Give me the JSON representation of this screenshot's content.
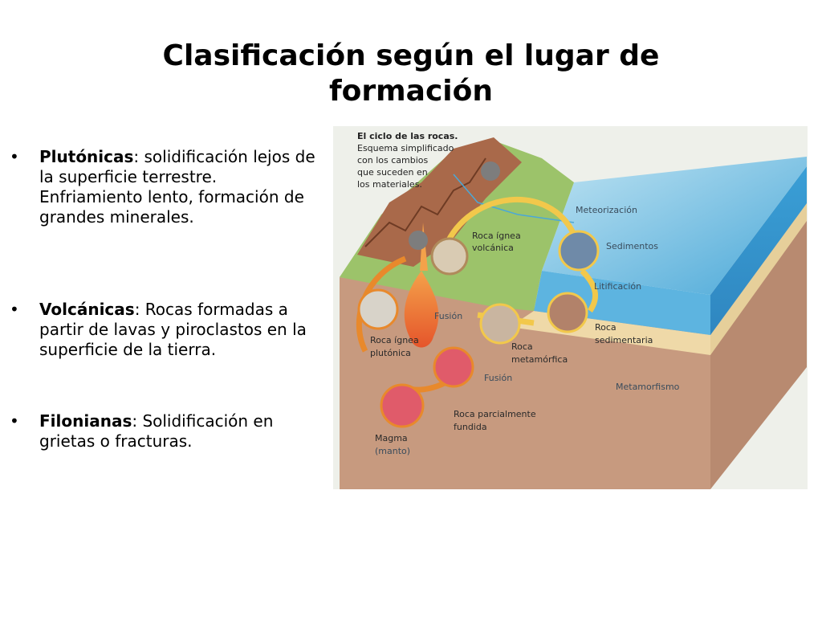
{
  "slide": {
    "title_line1": "Clasificación según el lugar de",
    "title_line2": "formación"
  },
  "bullets": [
    {
      "term": "Plutónicas",
      "text": ": solidificación lejos de la superficie terrestre. Enfriamiento lento, formación de grandes minerales."
    },
    {
      "term": "Volcánicas",
      "text": ": Rocas formadas a partir de lavas y piroclastos en la superficie de la tierra."
    },
    {
      "term": "Filonianas",
      "text": ": Solidificación en grietas o fracturas."
    }
  ],
  "diagram": {
    "caption": [
      "El ciclo de las rocas.",
      "Esquema simplificado",
      "con los cambios",
      "que suceden en",
      "los materiales."
    ],
    "labels": {
      "meteorizacion": "Meteorización",
      "sedimentos": "Sedimentos",
      "litificacion": "Litificación",
      "roca_ignea_volcanica_1": "Roca ígnea",
      "roca_ignea_volcanica_2": "volcánica",
      "roca_sedimentaria_1": "Roca",
      "roca_sedimentaria_2": "sedimentaria",
      "metamorfismo": "Metamorfismo",
      "roca_metamorfica_1": "Roca",
      "roca_metamorfica_2": "metamórfica",
      "fusion_upper": "Fusión",
      "fusion_lower": "Fusión",
      "roca_ignea_plutonica_1": "Roca ígnea",
      "roca_ignea_plutonica_2": "plutónica",
      "roca_parcial_1": "Roca parcialmente",
      "roca_parcial_2": "fundida",
      "magma": "Magma",
      "manto": "(manto)"
    }
  }
}
